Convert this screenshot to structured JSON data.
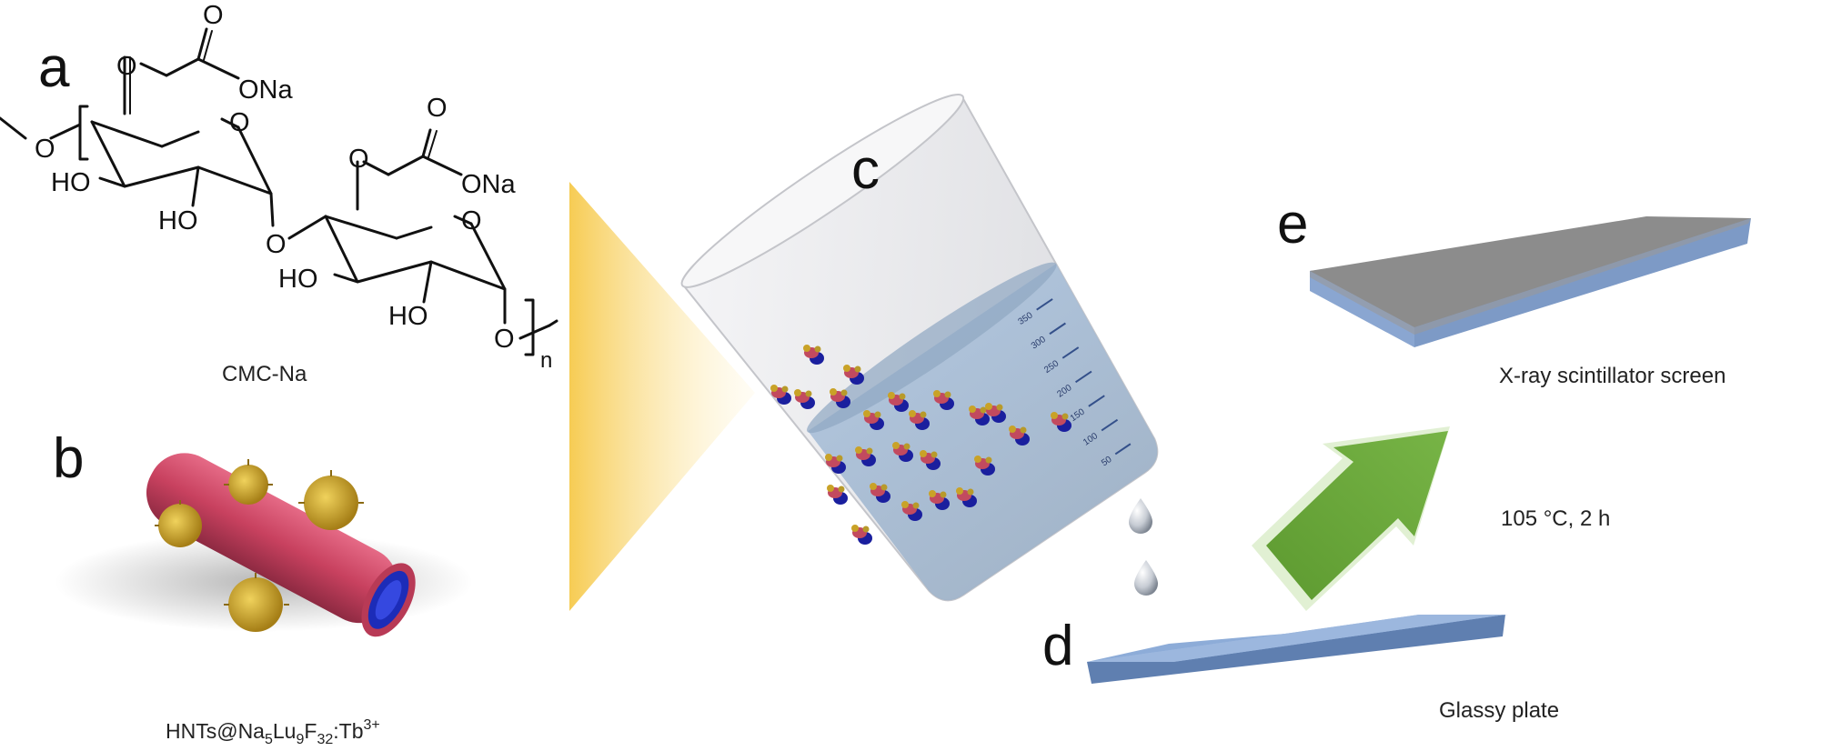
{
  "panels": {
    "a": {
      "letter": "a",
      "caption": "CMC-Na",
      "atoms": {
        "o": "O",
        "ona": "ONa",
        "ho": "HO",
        "n": "n"
      }
    },
    "b": {
      "letter": "b",
      "caption": {
        "base": "HNTs@Na",
        "s1": "5",
        "mid1": "Lu",
        "s2": "9",
        "mid2": "F",
        "s3": "32",
        "tail": ":Tb",
        "sup": "3+"
      }
    },
    "c": {
      "letter": "c",
      "beaker_scale": [
        "50",
        "100",
        "150",
        "200",
        "250",
        "300",
        "350"
      ]
    },
    "d": {
      "letter": "d",
      "caption": "Glassy plate"
    },
    "e": {
      "letter": "e",
      "caption": "X-ray scintillator screen"
    }
  },
  "process": {
    "condition": "105 °C, 2 h"
  },
  "colors": {
    "plate_blue": "#7f9fcf",
    "screen_grey": "#8c8c8c",
    "arrow_green": "#6aaa3c",
    "glow_yellow": "#f7cf55",
    "tube_pink": "#c8415f",
    "particle_gold": "#c9a227"
  },
  "icons": {
    "droplet": "water-drop-icon",
    "arrow": "process-arrow-icon"
  }
}
